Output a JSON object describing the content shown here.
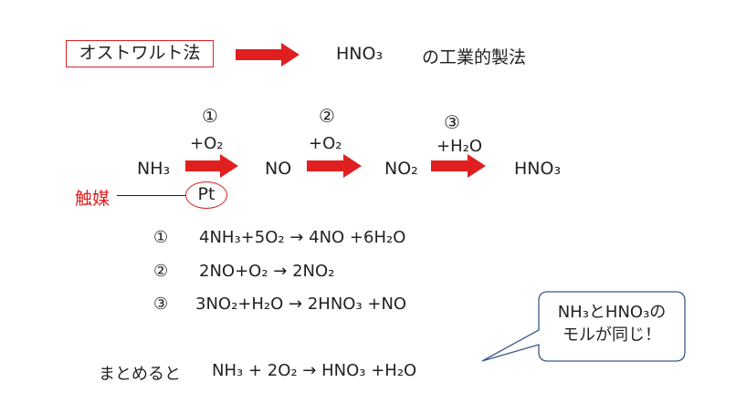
{
  "header": {
    "process_name": "オストワルト法",
    "product_formula": "HNO₃",
    "description": "の工業的製法"
  },
  "reaction_chain": {
    "species": [
      "NH₃",
      "NO",
      "NO₂",
      "HNO₃"
    ],
    "steps": [
      {
        "number": "①",
        "reagent": "+O₂"
      },
      {
        "number": "②",
        "reagent": "+O₂"
      },
      {
        "number": "③",
        "reagent": "+H₂O"
      }
    ],
    "catalyst_label": "触媒",
    "catalyst": "Pt"
  },
  "equations": [
    {
      "number": "①",
      "text": "4NH₃+5O₂ → 4NO +6H₂O"
    },
    {
      "number": "②",
      "text": "2NO+O₂ → 2NO₂"
    },
    {
      "number": "③",
      "text": "3NO₂+H₂O → 2HNO₃ +NO"
    }
  ],
  "summary": {
    "label": "まとめると",
    "equation": "NH₃ + 2O₂ → HNO₃ +H₂O"
  },
  "callout": {
    "line1": "NH₃とHNO₃の",
    "line2": "モルが同じ！"
  },
  "colors": {
    "accent_red": "#e02020",
    "callout_border": "#3a5a8a",
    "text": "#222222"
  }
}
